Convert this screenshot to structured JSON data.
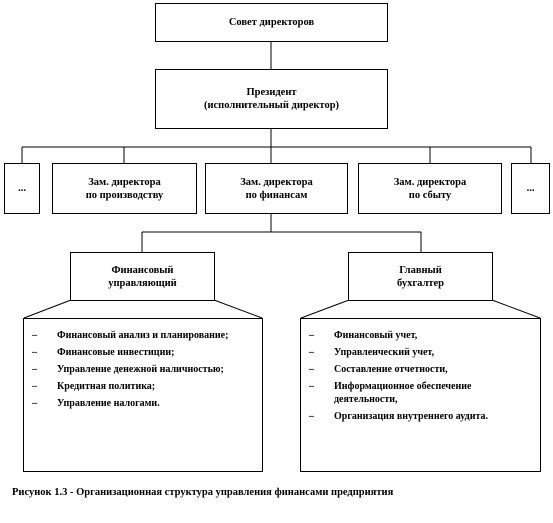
{
  "board": {
    "label": "Совет директоров"
  },
  "president": {
    "line1": "Президент",
    "line2": "(исполнительный директор)"
  },
  "deputies": {
    "left_ellipsis": "...",
    "production": {
      "line1": "Зам. директора",
      "line2": "по производству"
    },
    "finance": {
      "line1": "Зам. директора",
      "line2": "по финансам"
    },
    "sales": {
      "line1": "Зам. директора",
      "line2": "по сбыту"
    },
    "right_ellipsis": "..."
  },
  "financial_manager": {
    "title": {
      "line1": "Финансовый",
      "line2": "управляющий"
    },
    "duties": [
      "Финансовый анализ и планирование;",
      "Финансовые инвестиции;",
      "Управление денежной наличностью;",
      "Кредитная политика;",
      "Управление налогами."
    ]
  },
  "chief_accountant": {
    "title": {
      "line1": "Главный",
      "line2": "бухгалтер"
    },
    "duties": [
      "Финансовый учет,",
      "Управленческий учет,",
      "Составление отчетности,",
      "Информационное обеспечение деятельности,",
      "Организация внутреннего аудита."
    ]
  },
  "caption": "Рисунок 1.3 - Организационная структура управления финансами предприятия"
}
